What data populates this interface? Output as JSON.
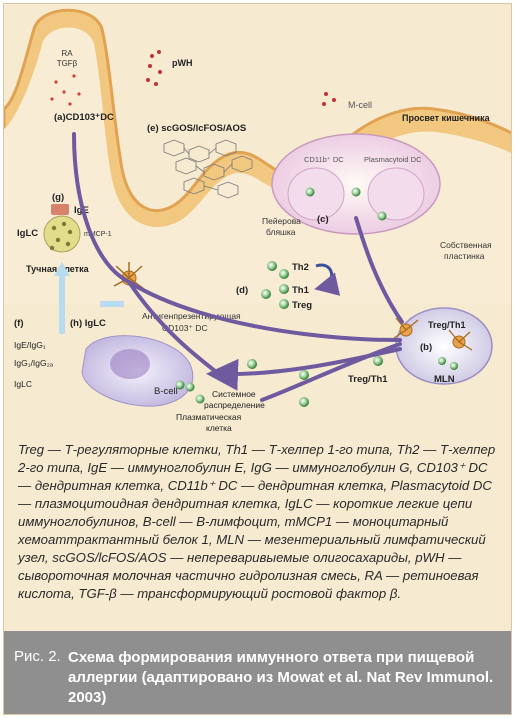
{
  "diagram": {
    "label_a": "(a)CD103⁺DC",
    "label_ra_tgf": [
      "RA",
      "TGFβ"
    ],
    "label_pwh": "pWH",
    "label_e": "(e) scGOS/lcFOS/AOS",
    "label_mcell": "M-cell",
    "label_lumen": "Просвет кишечника",
    "label_cd11b": "CD11b⁺ DC",
    "label_plasmacytoid": "Plasmacytoid DC",
    "label_peyer": [
      "Пейерова",
      "бляшка"
    ],
    "label_c": "(c)",
    "label_lamina": [
      "Собственная",
      "пластинка"
    ],
    "label_g": "(g)",
    "label_ige": "IgE",
    "label_iglc_top": "IgLC",
    "label_mmcp": "mMCP-1",
    "label_mast": "Тучная клетка",
    "label_th2": "Th2",
    "label_th1": "Th1",
    "label_treg": "Treg",
    "label_d": "(d)",
    "label_ag_dc": [
      "Антигенпрезентирующая",
      "CD103⁺ DC"
    ],
    "label_f": "(f)",
    "label_h": "(h) IgLC",
    "label_f_list": [
      "IgE/IgG₁",
      "IgG₁/IgG₂ₐ",
      "IgLC"
    ],
    "label_treg_th1_mln": "Treg/Th1",
    "label_b": "(b)",
    "label_mln": "MLN",
    "label_treg_th1_path": "Treg/Th1",
    "label_bcell": "B-cell",
    "label_systemic": [
      "Системное",
      "распределение"
    ],
    "label_plasma": [
      "Плазматическая",
      "клетка"
    ]
  },
  "legend_text": "Treg — Т-регуляторные клетки, Th1 — Т-хелпер 1-го типа, Th2 — Т-хелпер 2-го типа, IgE — иммуноглобулин E, IgG — иммуноглобулин G, CD103⁺ DC — дендритная клетка, CD11b⁺ DC — дендритная клетка, Plasmacytoid DC — плазмоцитоидная дендритная клетка, IgLC — короткие легкие цепи иммуноглобулинов, B-cell — В-лимфоцит, mMCP1 — моноцитарный хемоаттрактантный белок 1, MLN — мезентериальный лимфатический узел, scGOS/lcFOS/AOS — непереваривыемые олигосахариды, pWH — сывороточная молочная частично гидролизная смесь, RA — ретиноевая кислота, TGF-β — трансформирующий ростовой фактор β.",
  "caption": {
    "label": "Рис. 2.",
    "text": "Схема формирования иммунного ответа при пищевой аллергии (адаптировано из Mowat et al. Nat Rev Immunol. 2003)"
  },
  "colors": {
    "background": "#f6ead1",
    "villus_fill": "#f0c77f",
    "villus_outline": "#e2a14d",
    "purple_path": "#6f5aa0",
    "cell_green": "#3d8a3d",
    "caption_bg": "#8f8f8f"
  }
}
